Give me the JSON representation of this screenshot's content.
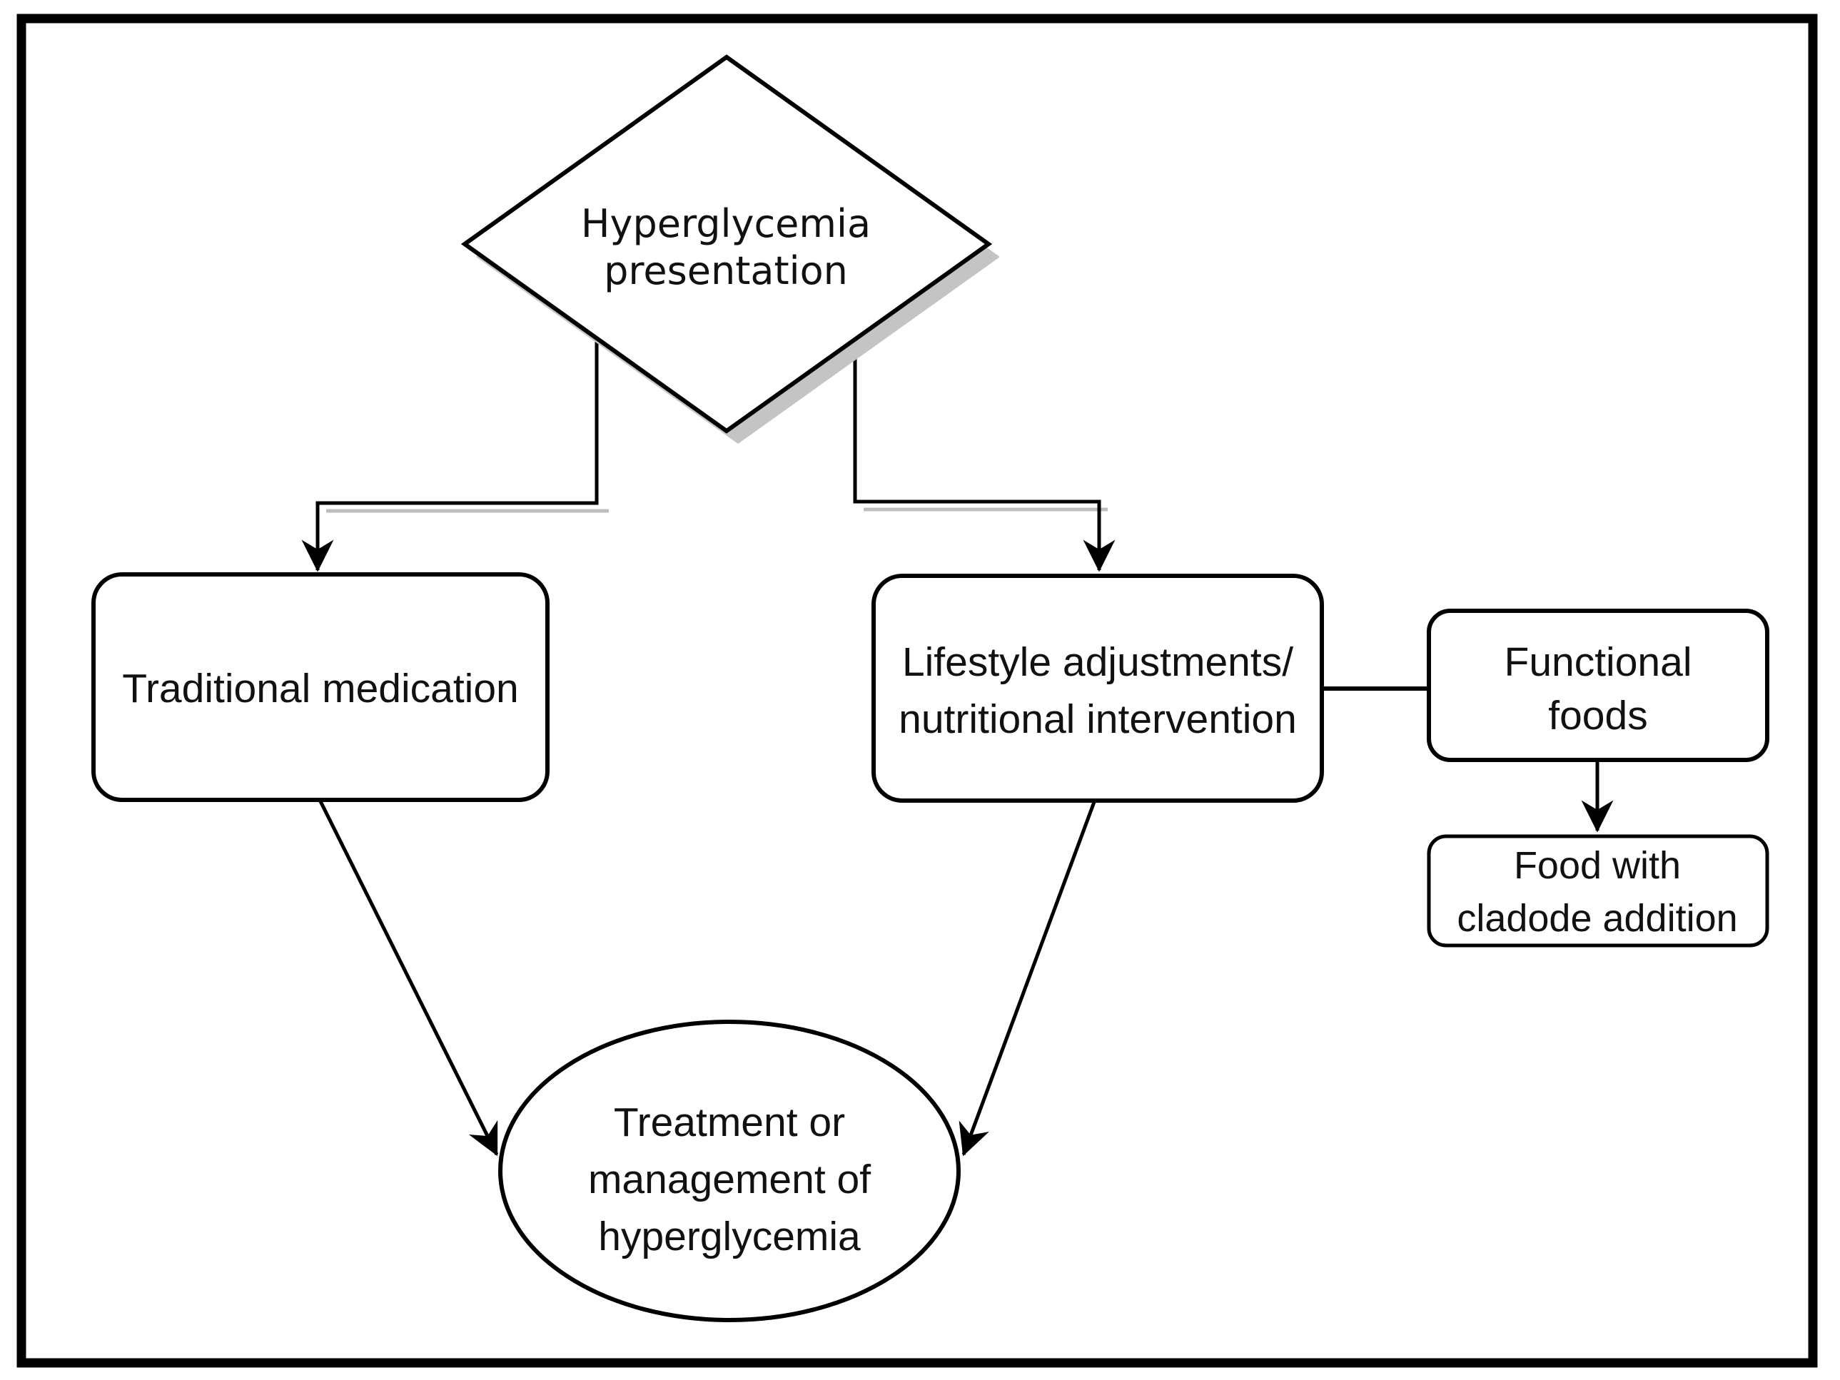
{
  "canvas": {
    "background": "#ffffff",
    "frame_color": "#000000",
    "stroke_color": "#000000",
    "shadow_color": "#c4c4c4",
    "text_color": "#111111"
  },
  "nodes": {
    "hyperglycemia": {
      "shape": "diamond",
      "role": "decision",
      "lines": [
        "Hyperglycemia",
        "presentation"
      ]
    },
    "traditional_medication": {
      "shape": "rounded-rectangle",
      "role": "process",
      "lines": [
        "Traditional medication"
      ]
    },
    "lifestyle": {
      "shape": "rounded-rectangle",
      "role": "process",
      "lines": [
        "Lifestyle adjustments/",
        "nutritional intervention"
      ]
    },
    "functional_foods": {
      "shape": "rounded-rectangle",
      "role": "process",
      "lines": [
        "Functional",
        "foods"
      ]
    },
    "cladode_food": {
      "shape": "rounded-rectangle",
      "role": "process",
      "lines": [
        "Food with",
        "cladode addition"
      ]
    },
    "treatment": {
      "shape": "ellipse",
      "role": "outcome",
      "lines": [
        "Treatment or",
        "management of",
        "hyperglycemia"
      ]
    }
  },
  "edges": [
    {
      "from": "hyperglycemia",
      "to": "traditional_medication",
      "style": "elbow",
      "arrowhead": true
    },
    {
      "from": "hyperglycemia",
      "to": "lifestyle",
      "style": "elbow",
      "arrowhead": true
    },
    {
      "from": "lifestyle",
      "to": "functional_foods",
      "style": "straight",
      "arrowhead": false
    },
    {
      "from": "functional_foods",
      "to": "cladode_food",
      "style": "straight",
      "arrowhead": true
    },
    {
      "from": "traditional_medication",
      "to": "treatment",
      "style": "diagonal",
      "arrowhead": true
    },
    {
      "from": "lifestyle",
      "to": "treatment",
      "style": "diagonal",
      "arrowhead": true
    }
  ]
}
